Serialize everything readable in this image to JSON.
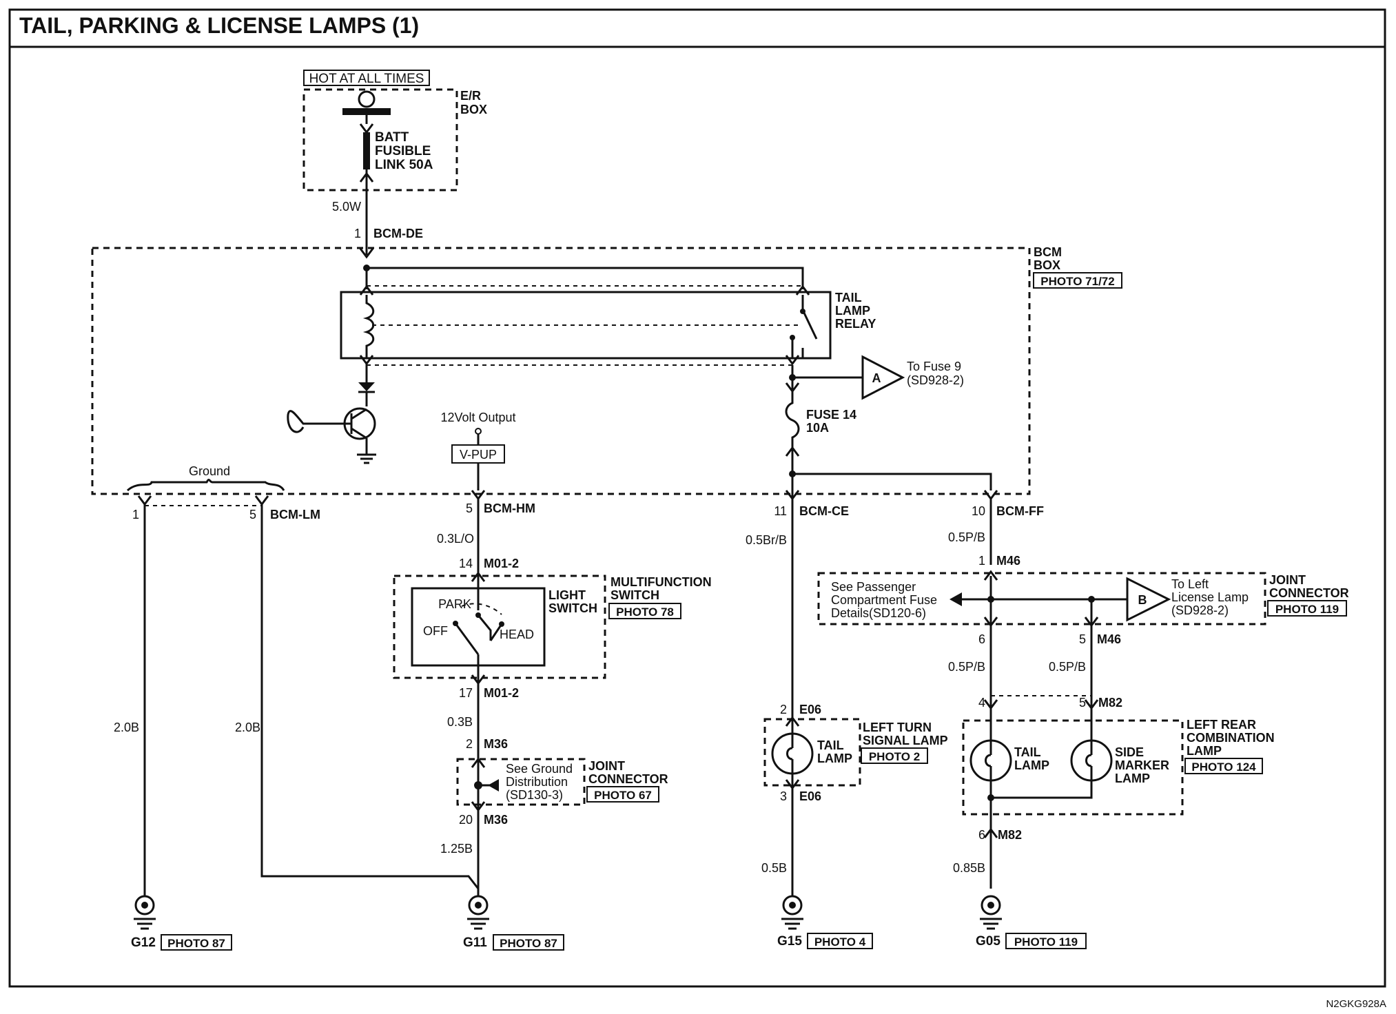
{
  "title": "TAIL, PARKING & LICENSE LAMPS (1)",
  "figure_code": "N2GKG928A",
  "er_box": {
    "hot_label": "HOT AT ALL TIMES",
    "box_label": [
      "E/R",
      "BOX"
    ],
    "fuse_label": [
      "BATT",
      "FUSIBLE",
      "LINK 50A"
    ]
  },
  "bcm_box": {
    "label": [
      "BCM",
      "BOX"
    ],
    "photo": "PHOTO 71/72",
    "relay_label": [
      "TAIL",
      "LAMP",
      "RELAY"
    ],
    "fuse14": [
      "FUSE 14",
      "10A"
    ],
    "output_label": "12Volt Output",
    "vpup": "V-PUP",
    "ground_label": "Ground",
    "to_fuse9": [
      "To Fuse 9",
      "(SD928-2)"
    ],
    "ref_a": "A"
  },
  "connectors": {
    "bcm_de": {
      "pin": "1",
      "name": "BCM-DE"
    },
    "bcm_lm_1": {
      "pin": "1"
    },
    "bcm_lm_5": {
      "pin": "5",
      "name": "BCM-LM"
    },
    "bcm_hm": {
      "pin": "5",
      "name": "BCM-HM"
    },
    "bcm_ce": {
      "pin": "11",
      "name": "BCM-CE"
    },
    "bcm_ff": {
      "pin": "10",
      "name": "BCM-FF"
    },
    "m01_top": {
      "pin": "14",
      "name": "M01-2"
    },
    "m01_bot": {
      "pin": "17",
      "name": "M01-2"
    },
    "m36_top": {
      "pin": "2",
      "name": "M36"
    },
    "m36_bot": {
      "pin": "20",
      "name": "M36"
    },
    "e06_top": {
      "pin": "2",
      "name": "E06"
    },
    "e06_bot": {
      "pin": "3",
      "name": "E06"
    },
    "m46_top": {
      "pin": "1",
      "name": "M46"
    },
    "m46_l": {
      "pin": "6"
    },
    "m46_r": {
      "pin": "5",
      "name": "M46"
    },
    "m82_l": {
      "pin": "4"
    },
    "m82_r": {
      "pin": "5",
      "name": "M82"
    },
    "m82_bot": {
      "pin": "6",
      "name": "M82"
    }
  },
  "wires": {
    "batt": "5.0W",
    "g12": "2.0B",
    "lm5": "2.0B",
    "hm": "0.3L/O",
    "m01_m36": "0.3B",
    "m36_g11": "1.25B",
    "ce": "0.5Br/B",
    "e06_g15": "0.5B",
    "ff": "0.5P/B",
    "m46_l": "0.5P/B",
    "m46_r": "0.5P/B",
    "m82_g05": "0.85B"
  },
  "multifunction_switch": {
    "label": [
      "MULTIFUNCTION",
      "SWITCH"
    ],
    "photo": "PHOTO 78",
    "light_switch": [
      "LIGHT",
      "SWITCH"
    ],
    "positions": {
      "park": "PARK",
      "off": "OFF",
      "head": "HEAD"
    }
  },
  "joint_m36": {
    "note": [
      "See Ground",
      "Distribution",
      "(SD130-3)"
    ],
    "label": [
      "JOINT",
      "CONNECTOR"
    ],
    "photo": "PHOTO 67"
  },
  "joint_m46": {
    "note": [
      "See Passenger",
      "Compartment Fuse",
      "Details(SD120-6)"
    ],
    "label": [
      "JOINT",
      "CONNECTOR"
    ],
    "photo": "PHOTO 119",
    "ref_b": "B",
    "to_left": [
      "To Left",
      "License Lamp",
      "(SD928-2)"
    ]
  },
  "left_turn": {
    "label": [
      "LEFT TURN",
      "SIGNAL LAMP"
    ],
    "photo": "PHOTO 2",
    "lamp": [
      "TAIL",
      "LAMP"
    ]
  },
  "left_rear": {
    "label": [
      "LEFT REAR",
      "COMBINATION",
      "LAMP"
    ],
    "photo": "PHOTO 124",
    "tail": [
      "TAIL",
      "LAMP"
    ],
    "side": [
      "SIDE",
      "MARKER",
      "LAMP"
    ]
  },
  "grounds": [
    {
      "name": "G12",
      "photo": "PHOTO 87"
    },
    {
      "name": "G11",
      "photo": "PHOTO 87"
    },
    {
      "name": "G15",
      "photo": "PHOTO 4"
    },
    {
      "name": "G05",
      "photo": "PHOTO 119"
    }
  ]
}
